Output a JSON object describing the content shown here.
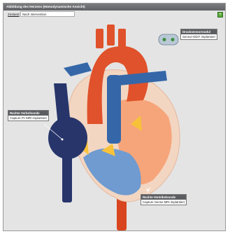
{
  "window": {
    "title": "Abbildung des Herzens (Hämodynamische Ansicht)"
  },
  "state": {
    "label": "Zustand",
    "value": "Nach Intervention"
  },
  "corner_button": {
    "icon": "plus-icon"
  },
  "annotations": [
    {
      "title": "Drucksensormodul",
      "text": "Sensor-DDI7 implantiert"
    },
    {
      "title": "Rechte Vorhofsonde",
      "text": "Capture Pc MRI implantiert"
    },
    {
      "title": "Rechte Ventrikelsonde",
      "text": "Capture Sense MRI implantiert"
    }
  ],
  "colors": {
    "aorta": "#e0522b",
    "vena_cava": "#27356b",
    "pulmonary": "#3567a8",
    "left_ventricle": "#f6a57a",
    "right_ventricle": "#6f9bd0",
    "valves": "#f7c23a",
    "wall": "#f3d6c2"
  }
}
